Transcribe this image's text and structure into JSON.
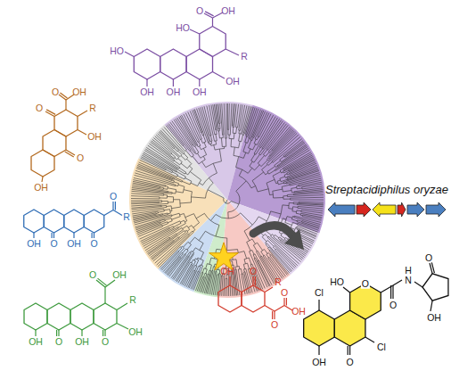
{
  "diagram": {
    "labels": [
      "O",
      "OH",
      "HO",
      "R",
      "HO",
      "OH",
      "OH",
      "OH",
      "OH",
      "O",
      "OH",
      "O",
      "R",
      "OH",
      "O",
      "OH",
      "Streptacidiphilus oryzae",
      "O",
      "R",
      "OH",
      "O",
      "OH",
      "O",
      "OH",
      "O",
      "R",
      "O",
      "O",
      "OH",
      "O",
      "OH",
      "R",
      "OH",
      "OH",
      "O",
      "OH",
      "O",
      "Cl",
      "HO",
      "O",
      "O",
      "H",
      "N",
      "O",
      "OH",
      "OH",
      "O",
      "Cl"
    ]
  }
}
